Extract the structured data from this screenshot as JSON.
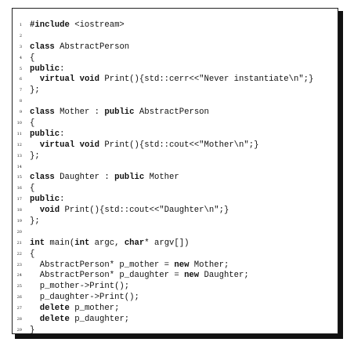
{
  "listing": {
    "line_numbers": [
      "1",
      "2",
      "3",
      "4",
      "5",
      "6",
      "7",
      "8",
      "9",
      "10",
      "11",
      "12",
      "13",
      "14",
      "15",
      "16",
      "17",
      "18",
      "19",
      "20",
      "21",
      "22",
      "23",
      "24",
      "25",
      "26",
      "27",
      "28",
      "29"
    ],
    "lines": [
      [
        {
          "t": "#include",
          "kw": true
        },
        {
          "t": " <iostream>"
        }
      ],
      [],
      [
        {
          "t": "class",
          "kw": true
        },
        {
          "t": " AbstractPerson"
        }
      ],
      [
        {
          "t": "{"
        }
      ],
      [
        {
          "t": "public",
          "kw": true
        },
        {
          "t": ":"
        }
      ],
      [
        {
          "t": "  "
        },
        {
          "t": "virtual",
          "kw": true
        },
        {
          "t": " "
        },
        {
          "t": "void",
          "kw": true
        },
        {
          "t": " Print(){std::cerr<<\"Never instantiate\\n\";}"
        }
      ],
      [
        {
          "t": "};"
        }
      ],
      [],
      [
        {
          "t": "class",
          "kw": true
        },
        {
          "t": " Mother : "
        },
        {
          "t": "public",
          "kw": true
        },
        {
          "t": " AbstractPerson"
        }
      ],
      [
        {
          "t": "{"
        }
      ],
      [
        {
          "t": "public",
          "kw": true
        },
        {
          "t": ":"
        }
      ],
      [
        {
          "t": "  "
        },
        {
          "t": "virtual",
          "kw": true
        },
        {
          "t": " "
        },
        {
          "t": "void",
          "kw": true
        },
        {
          "t": " Print(){std::cout<<\"Mother\\n\";}"
        }
      ],
      [
        {
          "t": "};"
        }
      ],
      [],
      [
        {
          "t": "class",
          "kw": true
        },
        {
          "t": " Daughter : "
        },
        {
          "t": "public",
          "kw": true
        },
        {
          "t": " Mother"
        }
      ],
      [
        {
          "t": "{"
        }
      ],
      [
        {
          "t": "public",
          "kw": true
        },
        {
          "t": ":"
        }
      ],
      [
        {
          "t": "  "
        },
        {
          "t": "void",
          "kw": true
        },
        {
          "t": " Print(){std::cout<<\"Daughter\\n\";}"
        }
      ],
      [
        {
          "t": "};"
        }
      ],
      [],
      [
        {
          "t": "int",
          "kw": true
        },
        {
          "t": " main("
        },
        {
          "t": "int",
          "kw": true
        },
        {
          "t": " argc, "
        },
        {
          "t": "char",
          "kw": true
        },
        {
          "t": "* argv[])"
        }
      ],
      [
        {
          "t": "{"
        }
      ],
      [
        {
          "t": "  AbstractPerson* p_mother = "
        },
        {
          "t": "new",
          "kw": true
        },
        {
          "t": " Mother;"
        }
      ],
      [
        {
          "t": "  AbstractPerson* p_daughter = "
        },
        {
          "t": "new",
          "kw": true
        },
        {
          "t": " Daughter;"
        }
      ],
      [
        {
          "t": "  p_mother->Print();"
        }
      ],
      [
        {
          "t": "  p_daughter->Print();"
        }
      ],
      [
        {
          "t": "  "
        },
        {
          "t": "delete",
          "kw": true
        },
        {
          "t": " p_mother;"
        }
      ],
      [
        {
          "t": "  "
        },
        {
          "t": "delete",
          "kw": true
        },
        {
          "t": " p_daughter;"
        }
      ],
      [
        {
          "t": "}"
        }
      ]
    ]
  }
}
